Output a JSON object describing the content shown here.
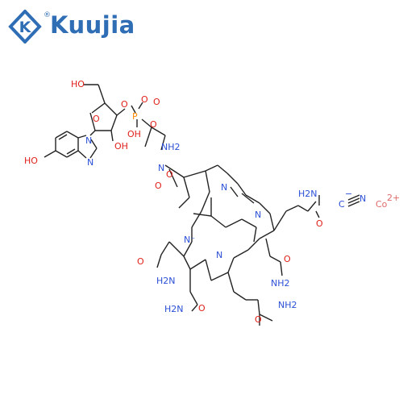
{
  "logo": {
    "text": "Kuujia",
    "reg": "®",
    "color": "#2f6db5"
  },
  "structure": {
    "labels": {
      "HO": "HO",
      "OH": "OH",
      "O": "O",
      "P": "P",
      "N": "N",
      "NH2": "NH2",
      "H2N": "H2N",
      "Nminus": "N⁻",
      "cyanide_C": "C",
      "cyanide_N": "N",
      "cyanide_charge": "−",
      "cobalt": "Co",
      "cobalt_charge": "2+"
    }
  }
}
